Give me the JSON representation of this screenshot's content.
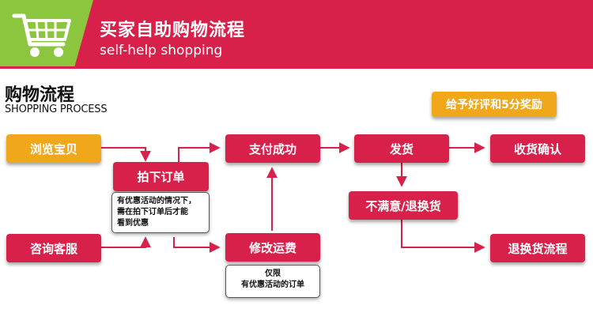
{
  "banner": {
    "title": "买家自助购物流程",
    "subtitle": "self-help shopping"
  },
  "section": {
    "title": "购物流程",
    "subtitle": "SHOPPING PROCESS"
  },
  "badge": "给予好评和5分奖励",
  "nodes": {
    "browse": "浏览宝贝",
    "consult": "咨询客服",
    "order": "拍下订单",
    "pay": "支付成功",
    "modify": "修改运费",
    "ship": "发货",
    "confirm": "收货确认",
    "unsatisfied": "不满意/退换货",
    "return_flow": "退换货流程"
  },
  "notes": {
    "order_note": [
      "有优惠活动的情况下，",
      "需在拍下订单后才能",
      "看到优惠"
    ],
    "modify_note": [
      "仅限",
      "有优惠活动的订单"
    ]
  },
  "colors": {
    "primary": "#d8214a",
    "accent": "#f0a71a",
    "green": "#8cc63f"
  }
}
